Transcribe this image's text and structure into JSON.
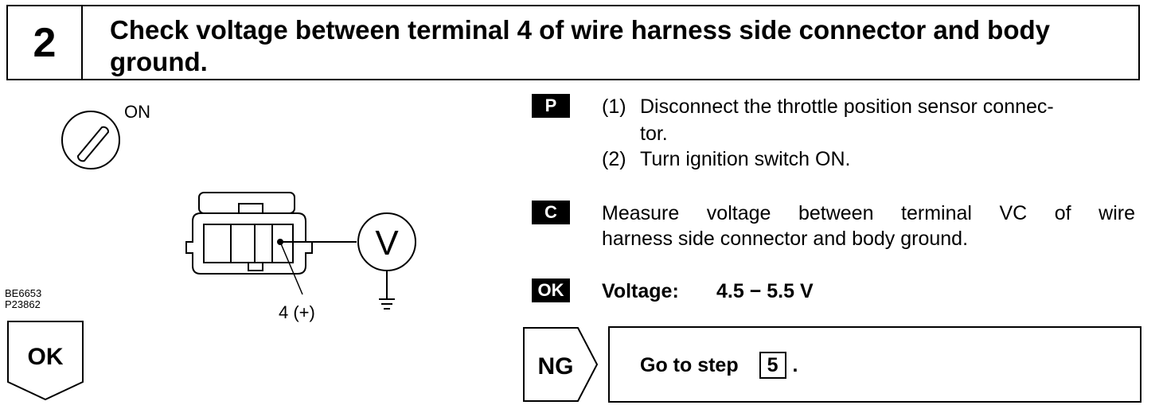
{
  "header": {
    "step_number": "2",
    "title": "Check voltage between terminal 4 of wire harness side connector and body ground."
  },
  "diagram": {
    "switch_label": "ON",
    "meter_label": "V",
    "terminal_label": "4 (+)",
    "figure_codes": [
      "BE6653",
      "P23862"
    ]
  },
  "prepare": {
    "badge": "P",
    "steps": [
      {
        "num": "(1)",
        "line1": "Disconnect the throttle position sensor connec-",
        "line2": "tor."
      },
      {
        "num": "(2)",
        "line1": "Turn ignition switch ON."
      }
    ]
  },
  "check": {
    "badge": "C",
    "line1": "Measure voltage between terminal VC of wire",
    "line2": "harness side connector and body ground."
  },
  "ok_spec": {
    "badge": "OK",
    "label": "Voltage:",
    "value": "4.5 − 5.5 V"
  },
  "ok_label": "OK",
  "ng_label": "NG",
  "ng_action": {
    "prefix": "Go to step",
    "step": "5",
    "suffix": "."
  }
}
